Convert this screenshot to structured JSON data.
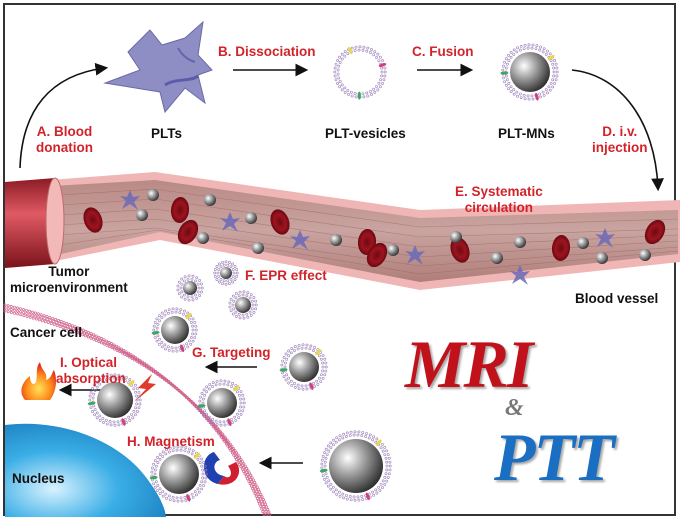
{
  "steps": {
    "a": "A. Blood",
    "a2": "donation",
    "b": "B. Dissociation",
    "c": "C. Fusion",
    "d": "D. i.v.",
    "d2": "injection",
    "e": "E. Systematic",
    "e2": "circulation",
    "f": "F. EPR effect",
    "g": "G. Targeting",
    "h": "H. Magnetism",
    "i": "I. Optical",
    "i2": "absorption"
  },
  "entities": {
    "plts": "PLTs",
    "vesicles": "PLT-vesicles",
    "mns": "PLT-MNs",
    "tumor": "Tumor",
    "tumor2": "microenvironment",
    "vessel": "Blood vessel",
    "cancer": "Cancer cell",
    "nucleus": "Nucleus"
  },
  "title": {
    "mri": "MRI",
    "amp": "&",
    "ptt": "PTT"
  },
  "colors": {
    "step_label": "#d2232a",
    "mri": "#c1121c",
    "ptt": "#1b6fc2",
    "nucleus": "#2a9fd8",
    "vessel": "#e8a0a0"
  }
}
